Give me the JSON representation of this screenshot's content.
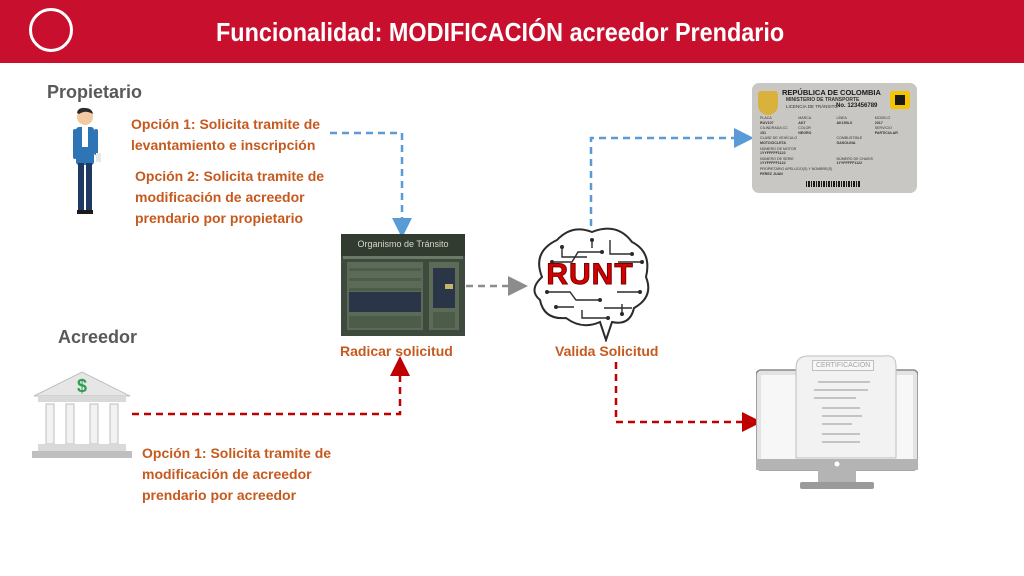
{
  "header": {
    "title": "Funcionalidad: MODIFICACIÓN acreedor Prendario"
  },
  "propietario": {
    "label": "Propietario",
    "option1": "Opción 1: Solicita tramite de\nlevantamiento e inscripción",
    "option2": "Opción 2:  Solicita tramite de\nmodificación de acreedor\nprendario por propietario"
  },
  "acreedor": {
    "label": "Acreedor",
    "option1": "Opción 1:  Solicita tramite de\nmodificación de acreedor\nprendario por acreedor"
  },
  "organismo": {
    "sign": "Organismo de Tránsito",
    "caption": "Radicar  solicitud"
  },
  "runt": {
    "logo_text": "RUNT",
    "caption": "Valida Solicitud"
  },
  "licencia": {
    "country": "REPÚBLICA DE COLOMBIA",
    "ministry": "MINISTERIO DE TRANSPORTE",
    "doc_type": "LICENCIA DE TRÁNSITO",
    "number": "No. 123456789",
    "fields": [
      {
        "label": "PLACA",
        "value": "RUV107"
      },
      {
        "label": "MARCA",
        "value": "AKT"
      },
      {
        "label": "LÍNEA",
        "value": "AK150LX"
      },
      {
        "label": "MODELO",
        "value": "2017"
      },
      {
        "label": "CILINDRADA CC",
        "value": "151"
      },
      {
        "label": "COLOR",
        "value": "NEGRO"
      },
      {
        "label": "SERVICIO",
        "value": "PARTICULAR"
      },
      {
        "label": "CLASE DE VEHÍCULO",
        "value": "MOTOCICLETA"
      },
      {
        "label": "COMBUSTIBLE",
        "value": "GASOLINA"
      },
      {
        "label": "NÚMERO DE MOTOR",
        "value": "1YYFFFFF1122"
      },
      {
        "label": "NÚMERO DE SERIE",
        "value": "1YYFFFFF1122"
      },
      {
        "label": "NÚMERO DE CHASIS",
        "value": "1YYFFFFF1122"
      },
      {
        "label": "PROPIETARIO APELLIDO(S) Y NOMBRE(S)",
        "value": "PEREZ JUAN"
      }
    ]
  },
  "certificado": {
    "title": "CERTIFICACIÓN"
  },
  "icons": {
    "person": "person-icon",
    "bank": "bank-icon",
    "building": "transit-office-icon",
    "brain": "brain-circuit-icon",
    "card": "license-card-icon",
    "monitor": "computer-monitor-icon"
  },
  "colors": {
    "header": "#c8102e",
    "blue_arrow": "#5b9bd5",
    "red_arrow": "#c00000",
    "gray_arrow": "#8c8c8c",
    "text_orange": "#c65a1e"
  }
}
